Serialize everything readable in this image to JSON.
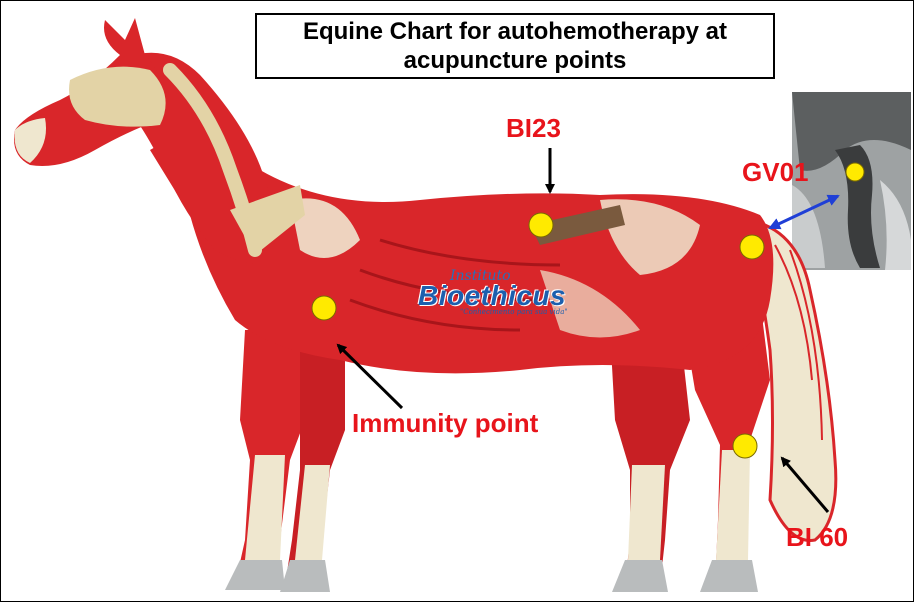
{
  "title": {
    "line1": "Equine Chart for autohemotherapy at",
    "line2": "acupuncture points"
  },
  "points": {
    "bl23": "BI23",
    "gv01": "GV01",
    "immunity": "Immunity point",
    "bl60": "BI 60"
  },
  "logo": {
    "top": "Instituto",
    "name": "Bioethicus",
    "tagline": "\"Conhecimento para sua vida\""
  },
  "colors": {
    "label": "#e8141b",
    "point": "#ffea00",
    "arrow_black": "#000000",
    "arrow_blue": "#1f3fd6",
    "muscle": "#d9262a",
    "tendon": "#efe7cf",
    "bone": "#e3d3a6",
    "hoof": "#b9bcbd"
  }
}
